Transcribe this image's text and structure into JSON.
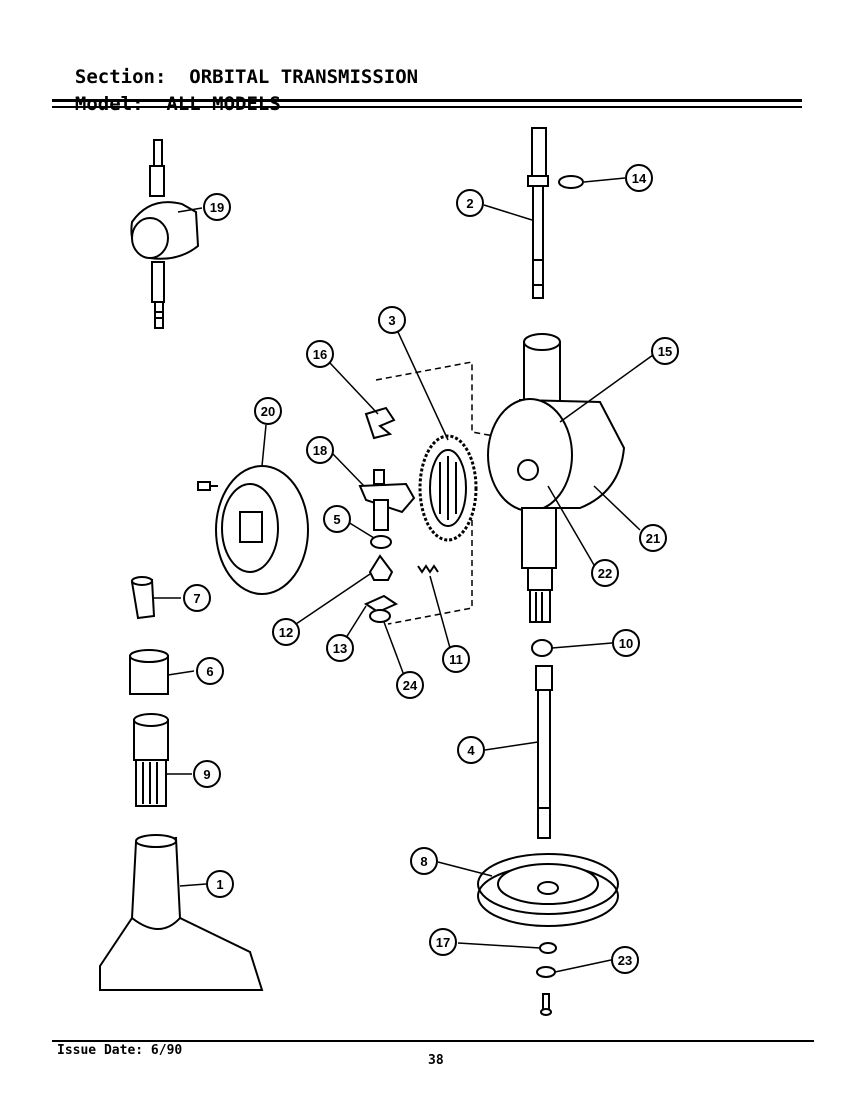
{
  "header": {
    "section_label": "Section:",
    "section_value": "ORBITAL TRANSMISSION",
    "model_label": "Model:",
    "model_value": "ALL MODELS"
  },
  "callouts": [
    {
      "id": "c19",
      "num": "19"
    },
    {
      "id": "c2",
      "num": "2"
    },
    {
      "id": "c14",
      "num": "14"
    },
    {
      "id": "c3",
      "num": "3"
    },
    {
      "id": "c16",
      "num": "16"
    },
    {
      "id": "c15",
      "num": "15"
    },
    {
      "id": "c20",
      "num": "20"
    },
    {
      "id": "c18",
      "num": "18"
    },
    {
      "id": "c5",
      "num": "5"
    },
    {
      "id": "c21",
      "num": "21"
    },
    {
      "id": "c22",
      "num": "22"
    },
    {
      "id": "c7",
      "num": "7"
    },
    {
      "id": "c12",
      "num": "12"
    },
    {
      "id": "c13",
      "num": "13"
    },
    {
      "id": "c11",
      "num": "11"
    },
    {
      "id": "c10",
      "num": "10"
    },
    {
      "id": "c6",
      "num": "6"
    },
    {
      "id": "c24",
      "num": "24"
    },
    {
      "id": "c4",
      "num": "4"
    },
    {
      "id": "c9",
      "num": "9"
    },
    {
      "id": "c8",
      "num": "8"
    },
    {
      "id": "c1",
      "num": "1"
    },
    {
      "id": "c17",
      "num": "17"
    },
    {
      "id": "c23",
      "num": "23"
    }
  ],
  "footer": {
    "issue_date": "Issue Date: 6/90",
    "page_number": "38"
  }
}
